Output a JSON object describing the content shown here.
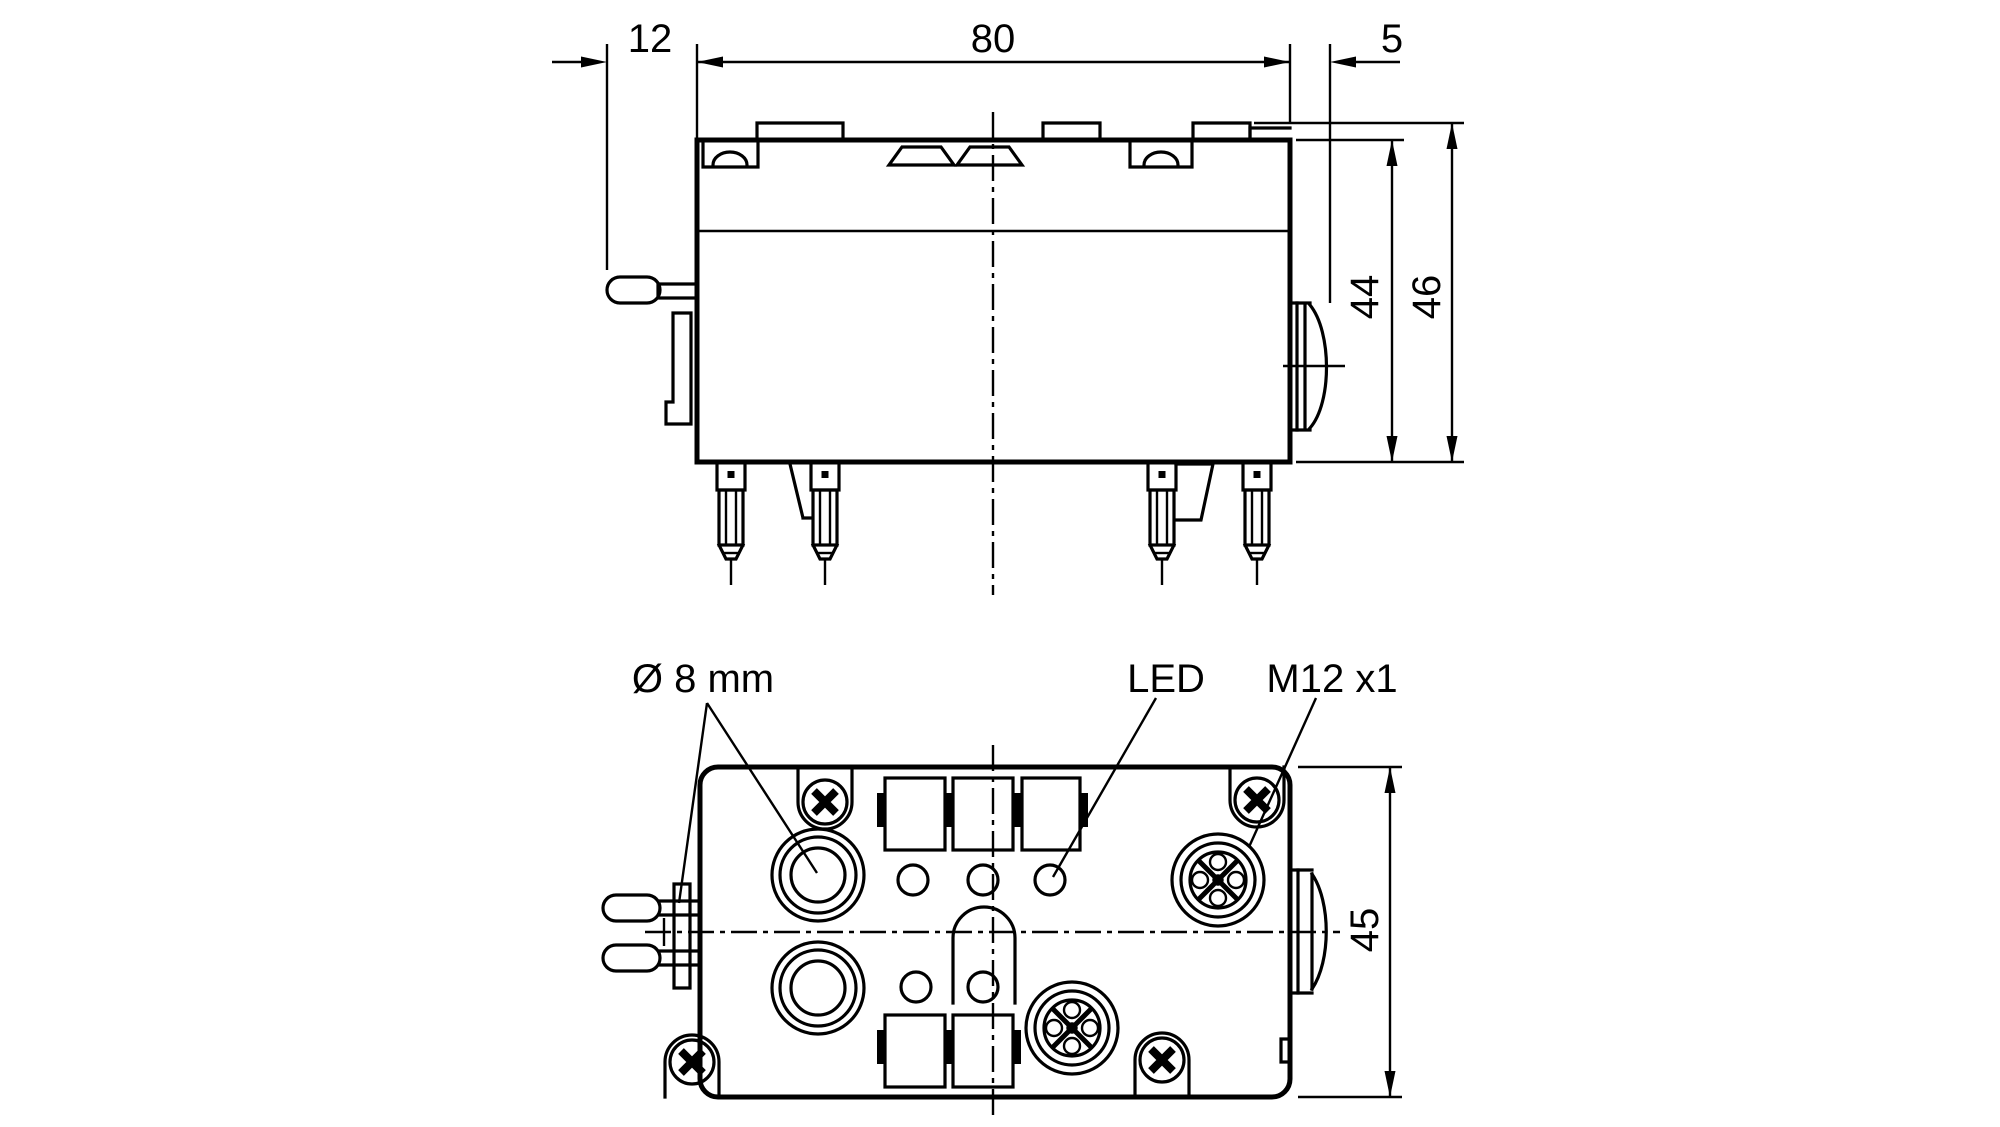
{
  "drawing_type": "technical dimensional drawing, two views of a sensor distribution module",
  "colors": {
    "line": "#000000",
    "background": "#ffffff"
  },
  "side_view": {
    "dim_pin_protrusion": "12",
    "dim_body_width": "80",
    "dim_connector_protrusion": "5",
    "dim_body_height": "44",
    "dim_overall_height": "46"
  },
  "front_view": {
    "label_port_diameter": "Ø 8 mm",
    "label_led": "LED",
    "label_thread": "M12 x1",
    "dim_body_height": "45"
  }
}
